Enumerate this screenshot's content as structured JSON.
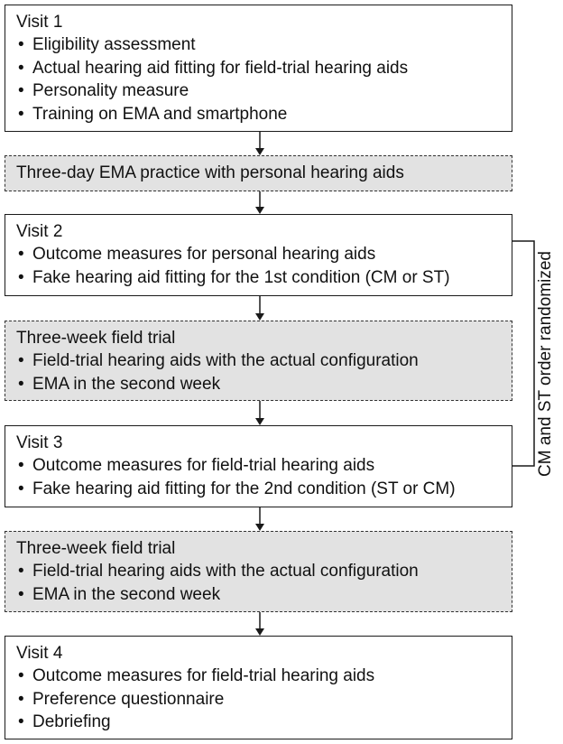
{
  "boxes": [
    {
      "title": "Visit 1",
      "items": [
        "Eligibility assessment",
        "Actual hearing aid fitting for field-trial hearing aids",
        "Personality measure",
        "Training on EMA and smartphone"
      ]
    },
    {
      "title": "Three-day EMA practice with personal hearing aids",
      "items": []
    },
    {
      "title": "Visit 2",
      "items": [
        "Outcome measures for personal hearing aids",
        "Fake hearing aid fitting for the 1st condition (CM or ST)"
      ]
    },
    {
      "title": "Three-week field trial",
      "items": [
        "Field-trial hearing aids with the actual configuration",
        "EMA in the second week"
      ]
    },
    {
      "title": "Visit 3",
      "items": [
        "Outcome measures for field-trial hearing aids",
        "Fake hearing aid fitting for the 2nd condition (ST or CM)"
      ]
    },
    {
      "title": "Three-week field trial",
      "items": [
        "Field-trial hearing aids with the actual configuration",
        "EMA in the second week"
      ]
    },
    {
      "title": "Visit 4",
      "items": [
        "Outcome measures for field-trial hearing aids",
        "Preference questionnaire",
        "Debriefing"
      ]
    }
  ],
  "side_label": "CM and ST order randomized"
}
